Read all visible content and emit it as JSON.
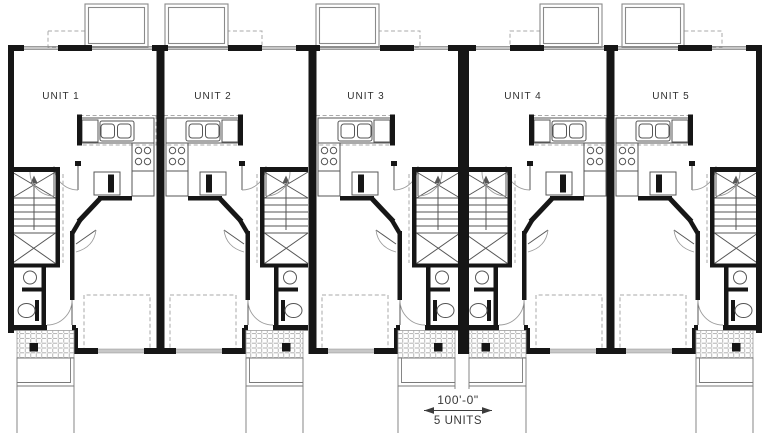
{
  "drawing": {
    "type": "townhouse-floor-plan",
    "units": [
      {
        "label": "UNIT 1"
      },
      {
        "label": "UNIT 2"
      },
      {
        "label": "UNIT 3"
      },
      {
        "label": "UNIT 4"
      },
      {
        "label": "UNIT 5"
      }
    ],
    "dimension": {
      "length": "100'-0\"",
      "count_label": "5 UNITS"
    }
  },
  "colors": {
    "wall": "#161616",
    "line": "#565656",
    "light_line": "#9c9c9c",
    "dashed_line": "#a9a9a9",
    "label_text": "#2f2f2f",
    "background": "#ffffff"
  }
}
